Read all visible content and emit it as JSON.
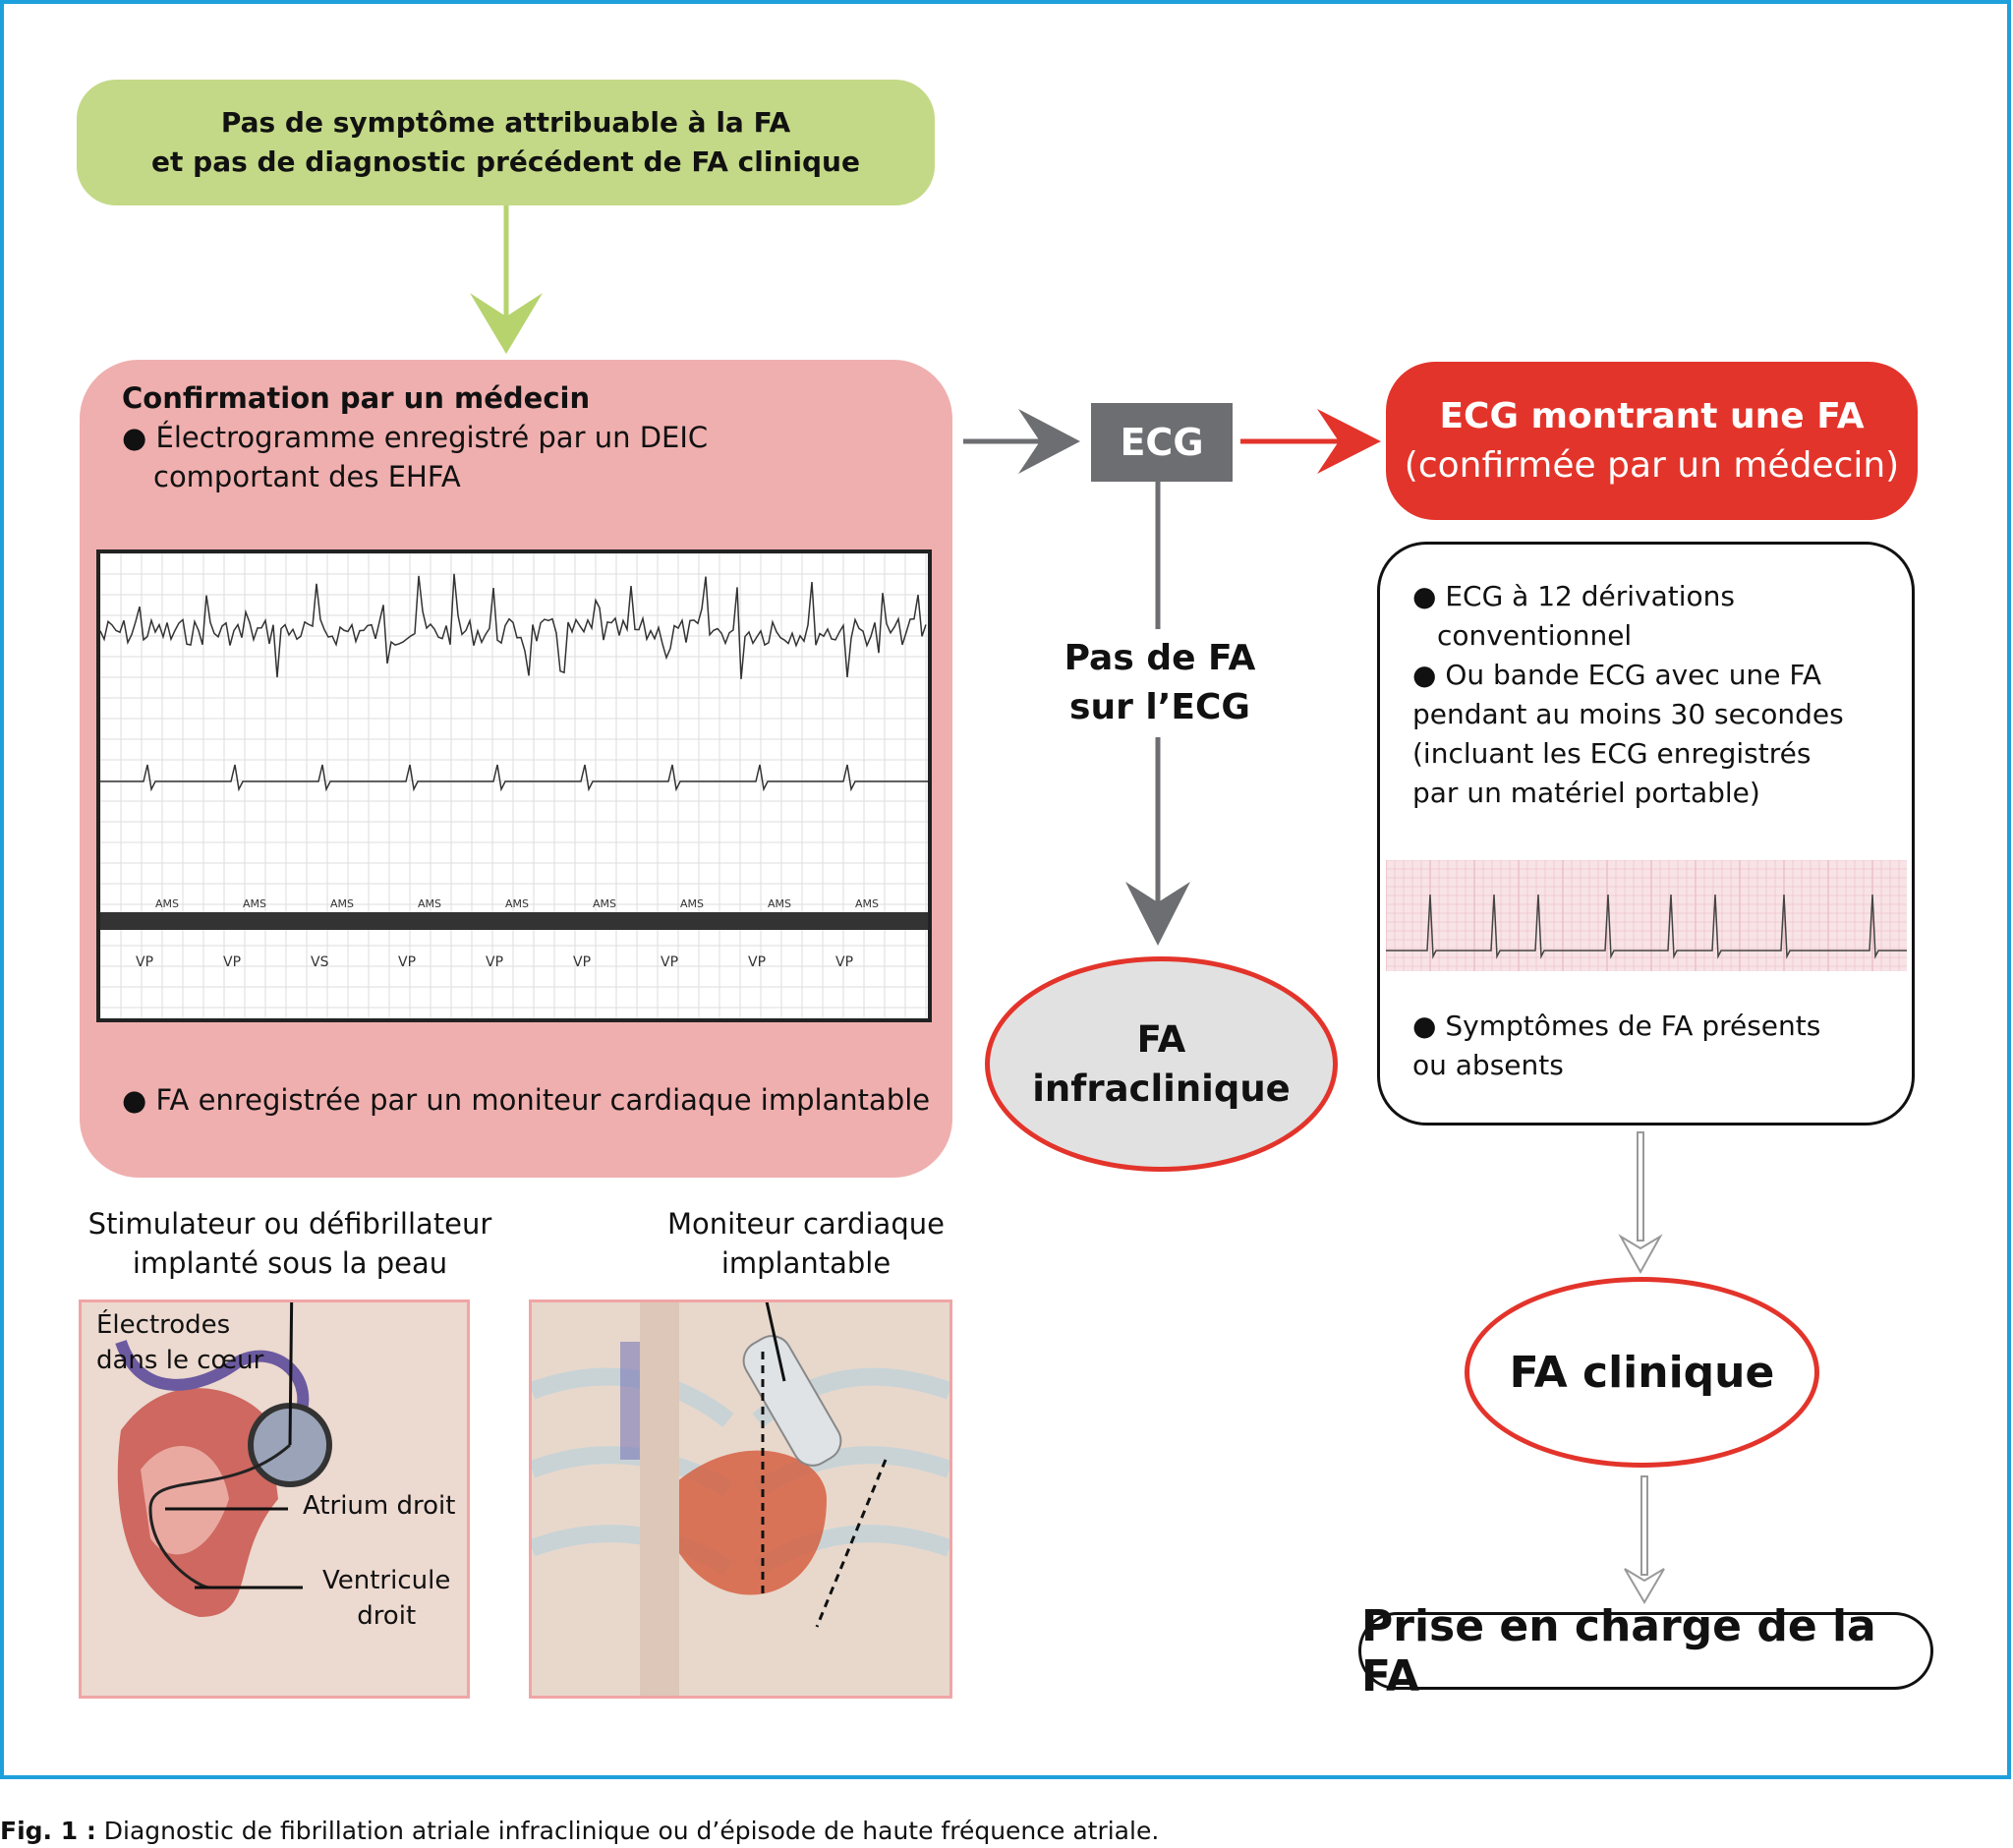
{
  "start_box": {
    "line1": "Pas de symptôme attribuable à la FA",
    "line2": "et pas de diagnostic précédent de FA clinique"
  },
  "confirmation": {
    "title": "Confirmation par un médecin",
    "bullet1_line1": "Électrogramme enregistré par un DEIC",
    "bullet1_line2": "comportant des EHFA",
    "bullet2": "FA enregistrée par un moniteur cardiaque implantable",
    "egm_markers": [
      "VP",
      "VP",
      "VS",
      "VP",
      "VP",
      "VP",
      "VP",
      "VP",
      "VP"
    ],
    "egm_annot": "AMS"
  },
  "ecg_box": {
    "label": "ECG"
  },
  "no_af": {
    "line1": "Pas de FA",
    "line2": "sur l’ECG"
  },
  "subclinical": {
    "line1": "FA",
    "line2": "infraclinique"
  },
  "ecg_af": {
    "line1": "ECG montrant une FA",
    "line2": "(confirmée par un médecin)"
  },
  "criteria": {
    "b1_l1": "ECG à 12 dérivations",
    "b1_l2": "conventionnel",
    "b2_l1": "Ou bande ECG avec une FA",
    "b2_l2": "pendant au moins 30 secondes",
    "b2_l3": "(incluant les ECG enregistrés",
    "b2_l4": "par un matériel portable)",
    "b3_l1": "Symptômes de FA présents",
    "b3_l2": "ou absents"
  },
  "clinical": {
    "label": "FA clinique"
  },
  "management": {
    "label": "Prise en charge de la FA"
  },
  "device1": {
    "title_l1": "Stimulateur ou défibrillateur",
    "title_l2": "implanté sous la peau",
    "electrodes_l1": "Électrodes",
    "electrodes_l2": "dans le cœur",
    "atrium": "Atrium droit",
    "ventricle_l1": "Ventricule",
    "ventricle_l2": "droit"
  },
  "device2": {
    "title_l1": "Moniteur cardiaque",
    "title_l2": "implantable"
  },
  "caption": {
    "prefix": "Fig. 1 :",
    "text": " Diagnostic de fibrillation atriale infraclinique ou d’épisode de haute fréquence atriale."
  },
  "colors": {
    "frame": "#1ea0dc",
    "green": "#c3d987",
    "pink": "#efafae",
    "red": "#e3342b",
    "grey": "#6d6e71"
  }
}
